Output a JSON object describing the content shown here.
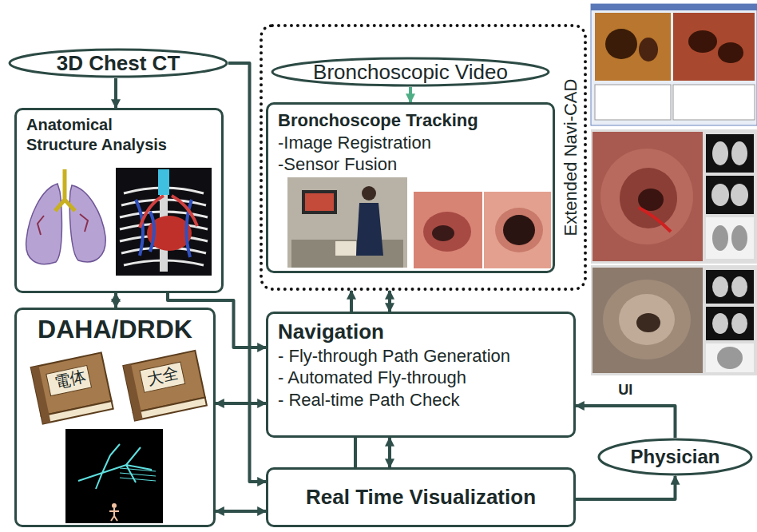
{
  "diagram": {
    "nodes": [
      {
        "text": [
          "3D Chest CT"
        ]
      },
      {
        "text": [
          "Anatomical Structure Analysis"
        ]
      },
      {
        "text": [
          "DAHA/DRDK"
        ]
      },
      {
        "text": [
          "Extended Navi-CAD"
        ]
      },
      {
        "text": [
          "Bronchoscopic Video"
        ],
        "in": 3
      },
      {
        "text": [
          "Bronchoscope Tracking",
          "-Image Registration",
          "-Sensor Fusion"
        ],
        "in": 3
      },
      {
        "text": [
          "Navigation",
          "- Fly-through Path Generation",
          "- Automated Fly-through",
          "- Real-time Path Check"
        ]
      },
      {
        "text": [
          "Real Time Visualization"
        ]
      },
      {
        "text": [
          "Physician"
        ]
      }
    ],
    "edges": [
      {
        "from": 0,
        "to": 1,
        "arrow": "to"
      },
      {
        "from": 0,
        "to": 7,
        "arrow": "to"
      },
      {
        "from": 1,
        "to": 6,
        "arrow": "to"
      },
      {
        "from": 1,
        "to": 2,
        "arrow": "both"
      },
      {
        "from": 2,
        "to": 6,
        "arrow": "both"
      },
      {
        "from": 2,
        "to": 7,
        "arrow": "both"
      },
      {
        "from": 4,
        "to": 5,
        "arrow": "to"
      },
      {
        "from": 6,
        "to": 3,
        "arrow": "to"
      },
      {
        "from": 6,
        "to": 3,
        "arrow": "both"
      },
      {
        "from": 6,
        "to": 7,
        "arrow": "both"
      },
      {
        "from": 6,
        "to": 7,
        "arrow": "none"
      },
      {
        "from": 7,
        "to": 8,
        "arrow": "to"
      },
      {
        "from": 8,
        "to": 6,
        "arrow": "to",
        "label": "UI"
      }
    ],
    "labels": [
      "電体",
      "大全"
    ]
  }
}
